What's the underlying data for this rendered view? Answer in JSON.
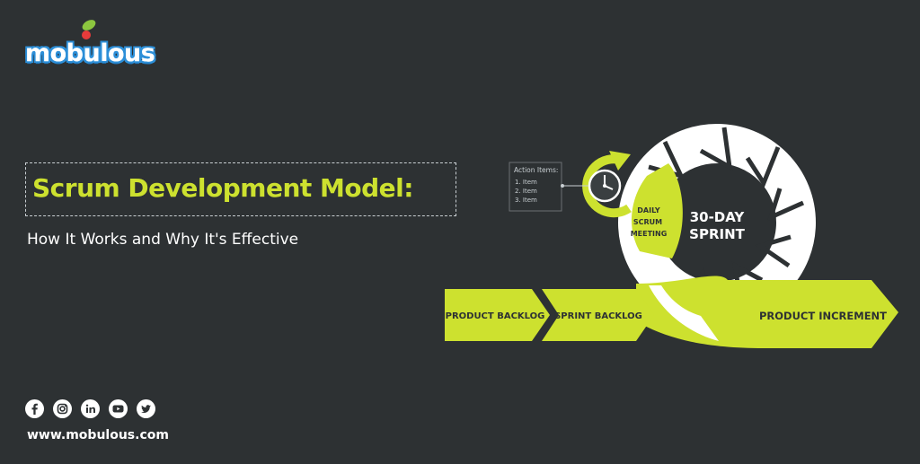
{
  "brand": {
    "name": "mobulous"
  },
  "header": {
    "title": "Scrum Development Model:",
    "subtitle": "How It Works and Why It's Effective"
  },
  "diagram": {
    "action_items": {
      "title": "Action Items:",
      "items": [
        "1. Item",
        "2. Item",
        "3. Item"
      ]
    },
    "daily_scrum": [
      "DAILY",
      "SCRUM",
      "MEETING"
    ],
    "sprint": [
      "30-DAY",
      "SPRINT"
    ],
    "product_backlog": "PRODUCT BACKLOG",
    "sprint_backlog": "SPRINT BACKLOG",
    "product_increment": "PRODUCT INCREMENT"
  },
  "footer": {
    "social_icons": [
      "facebook-icon",
      "instagram-icon",
      "linkedin-icon",
      "youtube-icon",
      "twitter-icon"
    ],
    "website": "www.mobulous.com"
  },
  "colors": {
    "background": "#2d3133",
    "accent": "#cde12f",
    "text": "#ffffff",
    "brand_blue": "#2d8fd8"
  }
}
